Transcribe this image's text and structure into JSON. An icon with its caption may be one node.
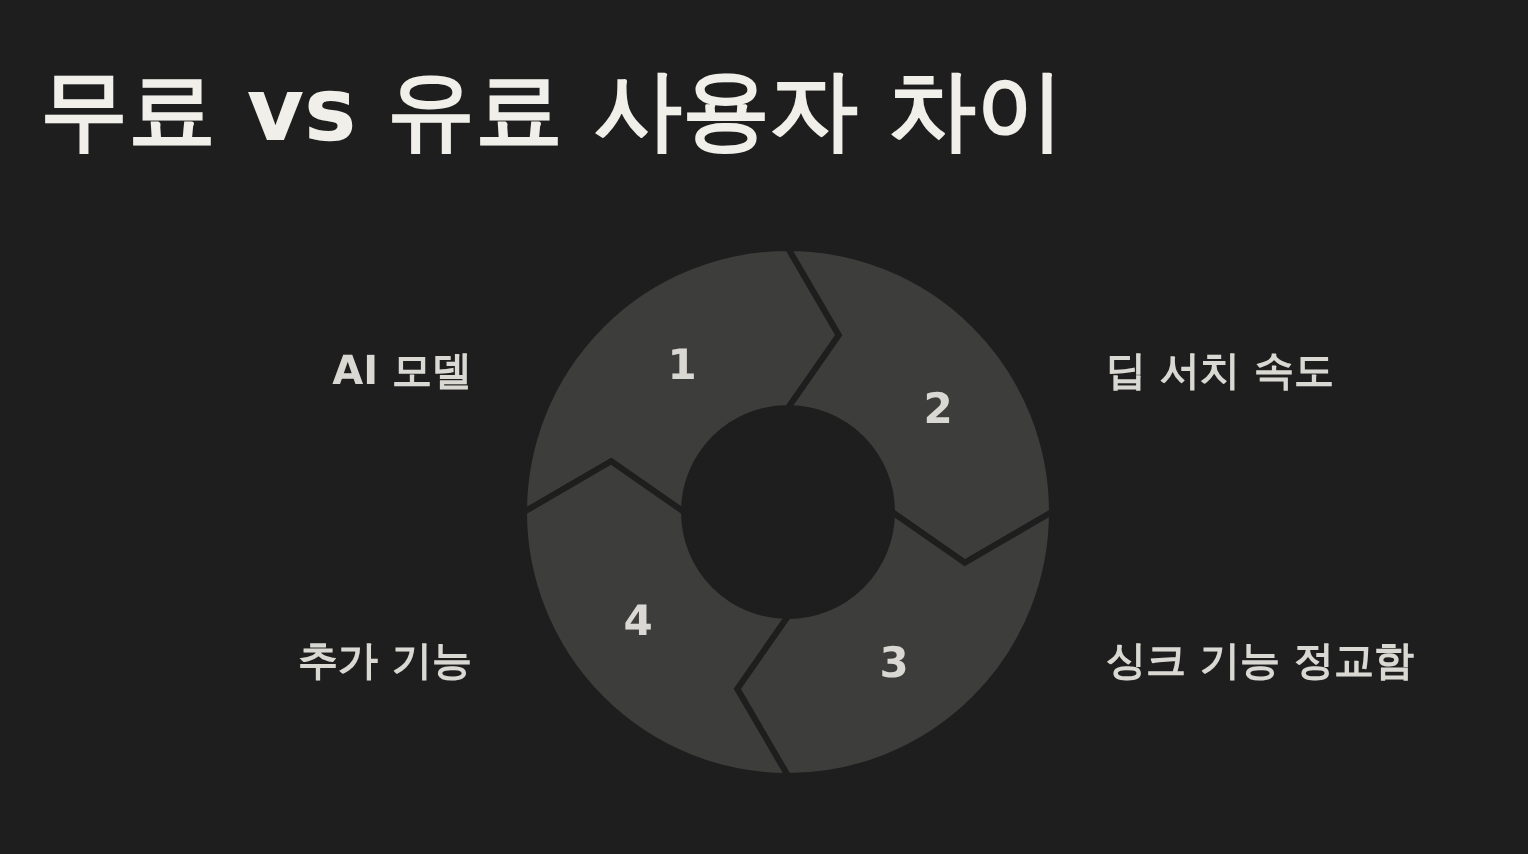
{
  "diagram": {
    "title": "무료 vs 유료 사용자 차이",
    "nodes": [
      {
        "text": [
          "1"
        ],
        "beside": [
          "AI 모델"
        ]
      },
      {
        "text": [
          "2"
        ],
        "beside": [
          "딥 서치 속도"
        ]
      },
      {
        "text": [
          "3"
        ],
        "beside": [
          "싱크 기능 정교함"
        ]
      },
      {
        "text": [
          "4"
        ],
        "beside": [
          "추가 기능"
        ]
      }
    ]
  }
}
